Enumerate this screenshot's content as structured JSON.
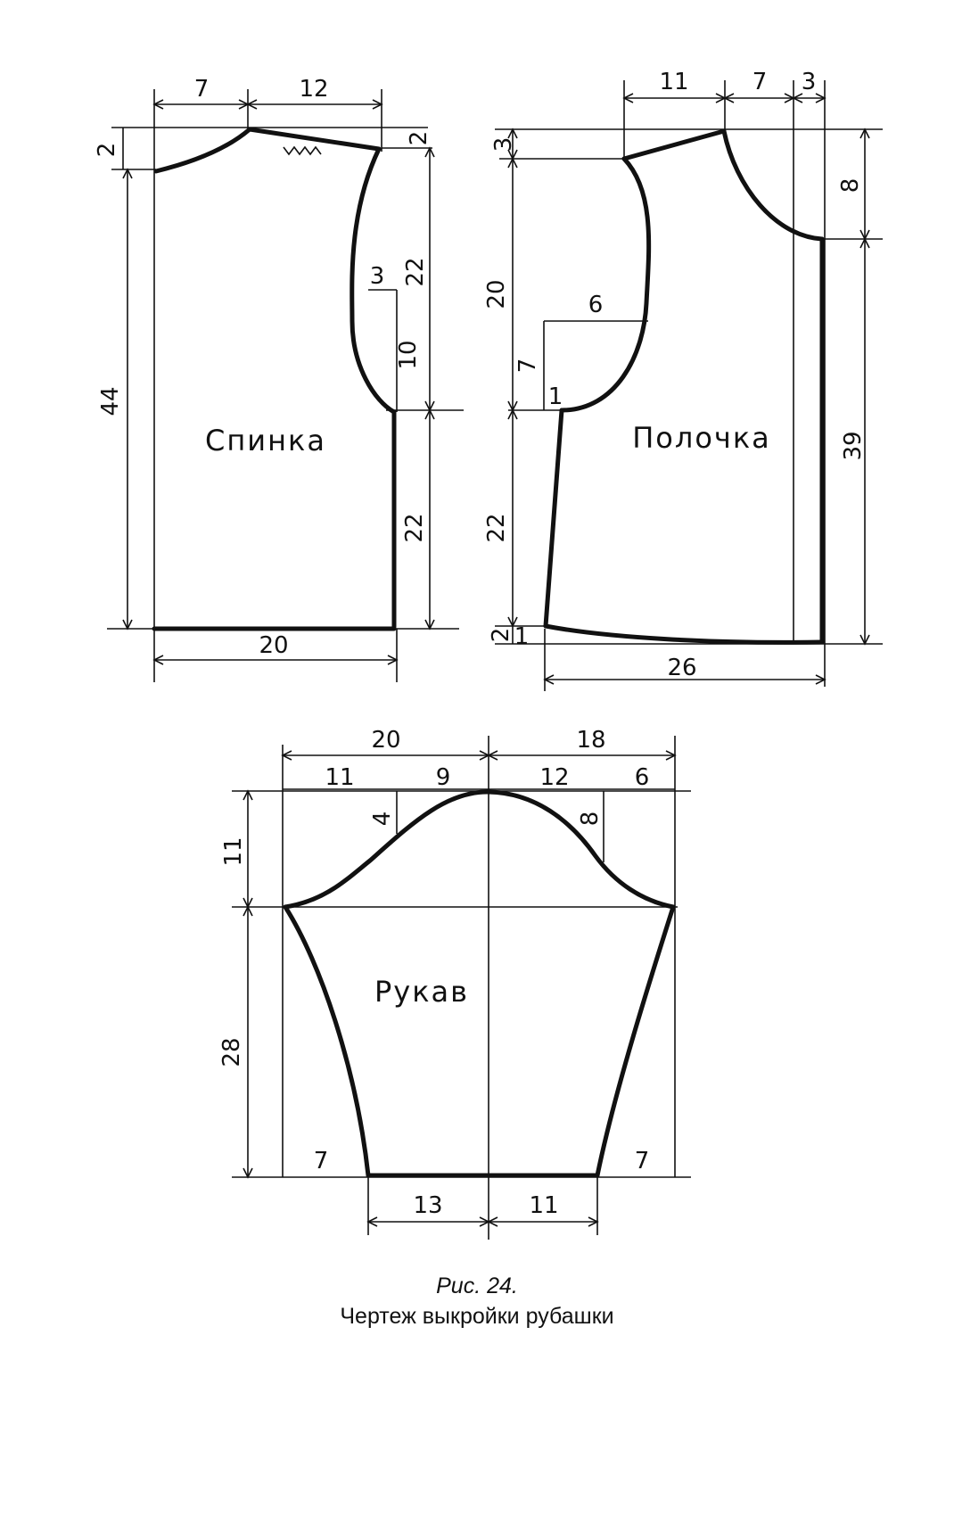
{
  "caption": {
    "figure_number": "Рис. 24.",
    "text": "Чертеж выкройки рубашки"
  },
  "back": {
    "title": "Спинка",
    "dims": {
      "top_left": "7",
      "top_right": "12",
      "left_shoulder": "2",
      "right_shoulder": "2",
      "height": "44",
      "armhole_upper": "22",
      "armhole_depth": "3",
      "armhole_lower": "10",
      "side_lower": "22",
      "bottom_width": "20"
    }
  },
  "front": {
    "title": "Полочка",
    "dims": {
      "top_11": "11",
      "top_7": "7",
      "top_3": "3",
      "shoulder_left": "3",
      "neck_depth": "8",
      "armhole_height": "20",
      "armhole_depth": "6",
      "armhole_rise": "7",
      "armhole_point": "1",
      "side_lower": "22",
      "bottom_drop": "2",
      "bottom_1": "1",
      "center_height": "39",
      "bottom_width": "26"
    }
  },
  "sleeve": {
    "title": "Рукав",
    "dims": {
      "top_left": "20",
      "top_right": "18",
      "cap_11": "11",
      "cap_9": "9",
      "cap_12": "12",
      "cap_6": "6",
      "cap_height": "11",
      "cap_4": "4",
      "cap_8": "8",
      "sleeve_length": "28",
      "hem_left": "7",
      "hem_right": "7",
      "bottom_left": "13",
      "bottom_right": "11"
    }
  }
}
